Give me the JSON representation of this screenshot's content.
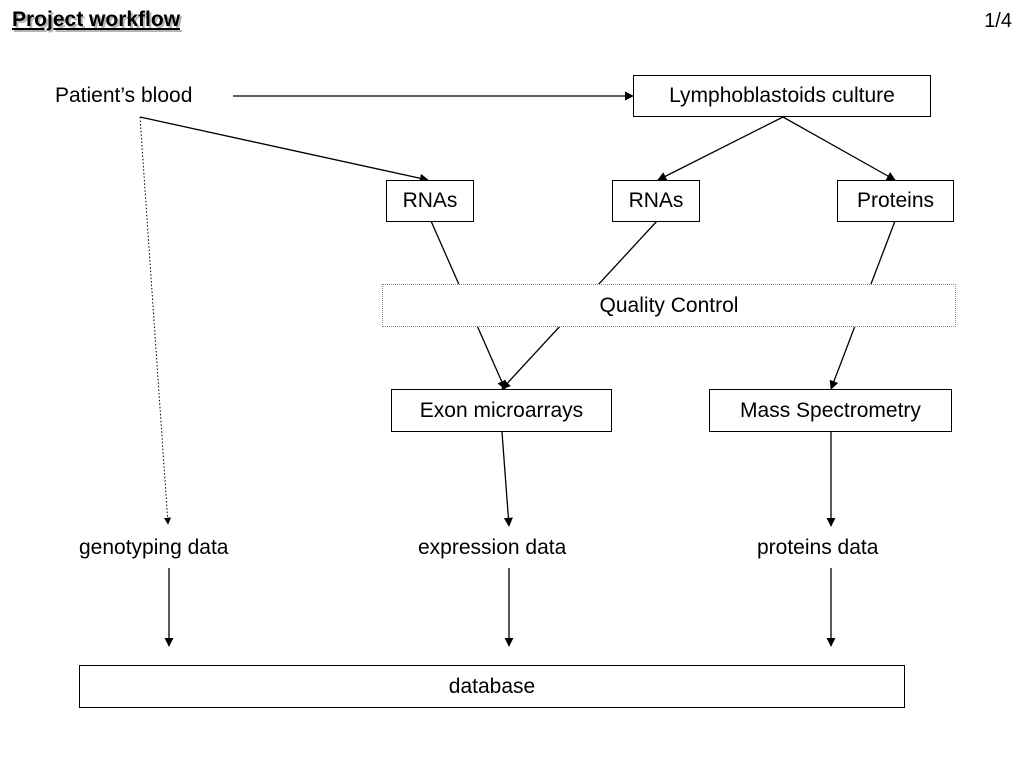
{
  "slide": {
    "title": "Project workflow",
    "page_number": "1/4"
  },
  "nodes": {
    "patient_blood": "Patient’s blood",
    "lymphoblastoids_culture": "Lymphoblastoids culture",
    "rnas_left": "RNAs",
    "rnas_right": "RNAs",
    "proteins": "Proteins",
    "quality_control": "Quality Control",
    "exon_microarrays": "Exon microarrays",
    "mass_spectrometry": "Mass Spectrometry",
    "genotyping_data": "genotyping data",
    "expression_data": "expression data",
    "proteins_data": "proteins data",
    "database": "database"
  }
}
